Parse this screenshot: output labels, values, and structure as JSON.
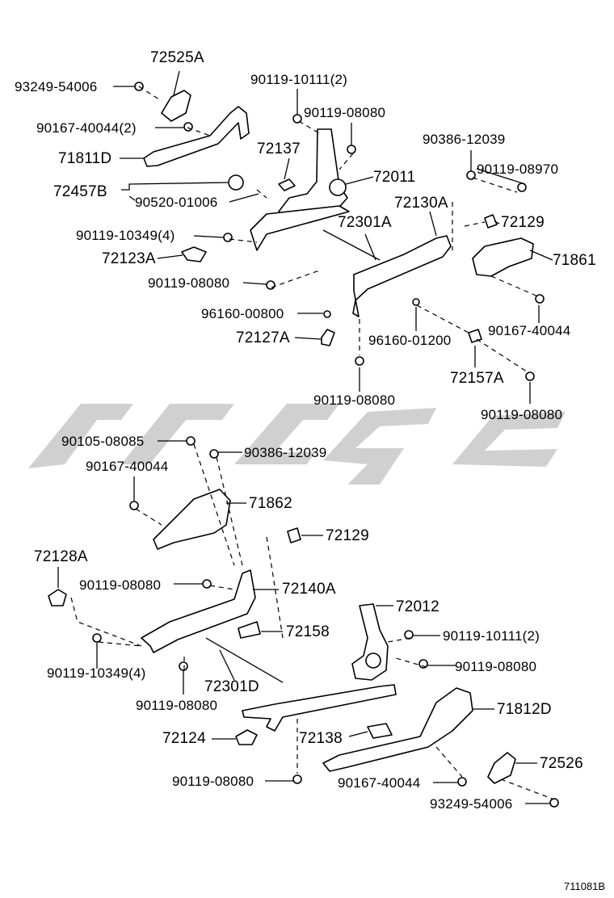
{
  "labels": {
    "l72525A": "72525A",
    "l93249_54006_top": "93249-54006",
    "l90119_10111_2_top": "90119-10111(2)",
    "l90119_08080_a": "90119-08080",
    "l90167_40044_2": "90167-40044(2)",
    "l72137": "72137",
    "l90386_12039_top": "90386-12039",
    "l71811D": "71811D",
    "l72011": "72011",
    "l90119_08970": "90119-08970",
    "l72457B": "72457B",
    "l90520_01006": "90520-01006",
    "l72130A": "72130A",
    "l72301A": "72301A",
    "l72129_top": "72129",
    "l90119_10349_4_top": "90119-10349(4)",
    "l71861": "71861",
    "l72123A": "72123A",
    "l90119_08080_b": "90119-08080",
    "l96160_00800": "96160-00800",
    "l90167_40044_right": "90167-40044",
    "l72127A": "72127A",
    "l96160_01200": "96160-01200",
    "l72157A": "72157A",
    "l90119_08080_c": "90119-08080",
    "l90119_08080_d": "90119-08080",
    "l90105_08085": "90105-08085",
    "l90386_12039_mid": "90386-12039",
    "l90167_40044_mid": "90167-40044",
    "l71862": "71862",
    "l72129_mid": "72129",
    "l72128A": "72128A",
    "l90119_08080_e": "90119-08080",
    "l72140A": "72140A",
    "l72012": "72012",
    "l72158": "72158",
    "l90119_10111_2_bot": "90119-10111(2)",
    "l90119_10349_4_bot": "90119-10349(4)",
    "l90119_08080_f": "90119-08080",
    "l72301D": "72301D",
    "l90119_08080_g": "90119-08080",
    "l71812D": "71812D",
    "l72124": "72124",
    "l72138": "72138",
    "l72526": "72526",
    "l90119_08080_h": "90119-08080",
    "l90167_40044_bot": "90167-40044",
    "l93249_54006_bot": "93249-54006"
  },
  "figure_ref": "711081B",
  "watermark_color": "#c8c8c8"
}
